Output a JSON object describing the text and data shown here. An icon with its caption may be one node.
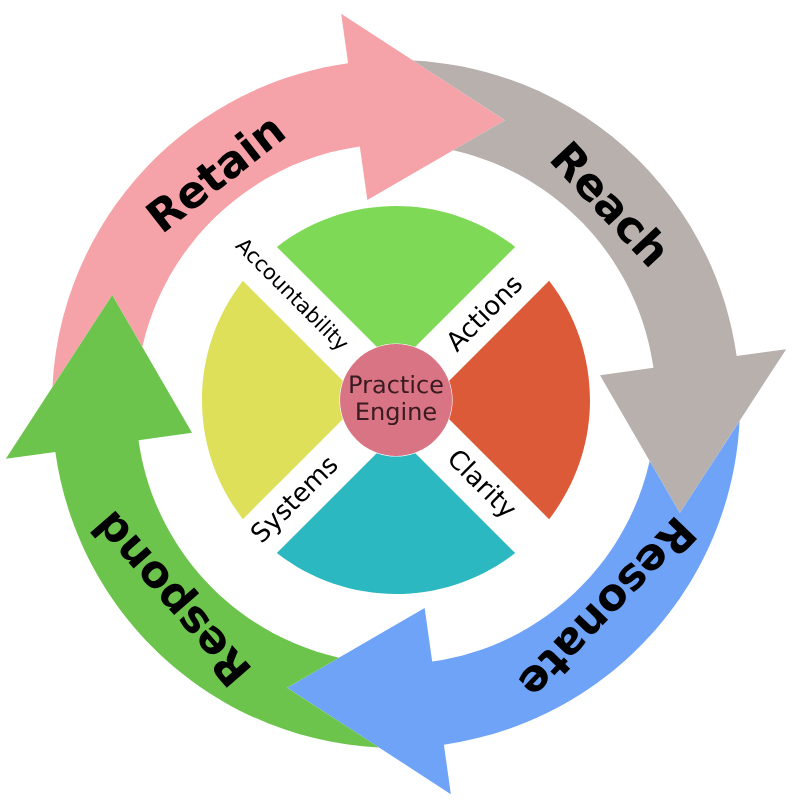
{
  "diagram": {
    "nodes": [
      {
        "text": [
          "Retain"
        ]
      },
      {
        "text": [
          "Reach"
        ]
      },
      {
        "text": [
          "Resonate"
        ]
      },
      {
        "text": [
          "Respond"
        ]
      },
      {
        "text": [],
        "shape": "wedge"
      },
      {
        "text": [],
        "shape": "wedge"
      },
      {
        "text": [],
        "shape": "wedge"
      },
      {
        "text": [],
        "shape": "wedge"
      },
      {
        "text": [
          "Practice Engine"
        ]
      }
    ],
    "edges": [
      {
        "from": 3,
        "to": 1,
        "arrow": "to"
      },
      {
        "from": 0,
        "to": 2,
        "arrow": "to"
      },
      {
        "from": 1,
        "to": 3,
        "arrow": "to"
      },
      {
        "from": 2,
        "to": 0,
        "arrow": "to"
      }
    ],
    "labels": [
      "Accountability",
      "Actions",
      "Systems",
      "Clarity"
    ]
  }
}
